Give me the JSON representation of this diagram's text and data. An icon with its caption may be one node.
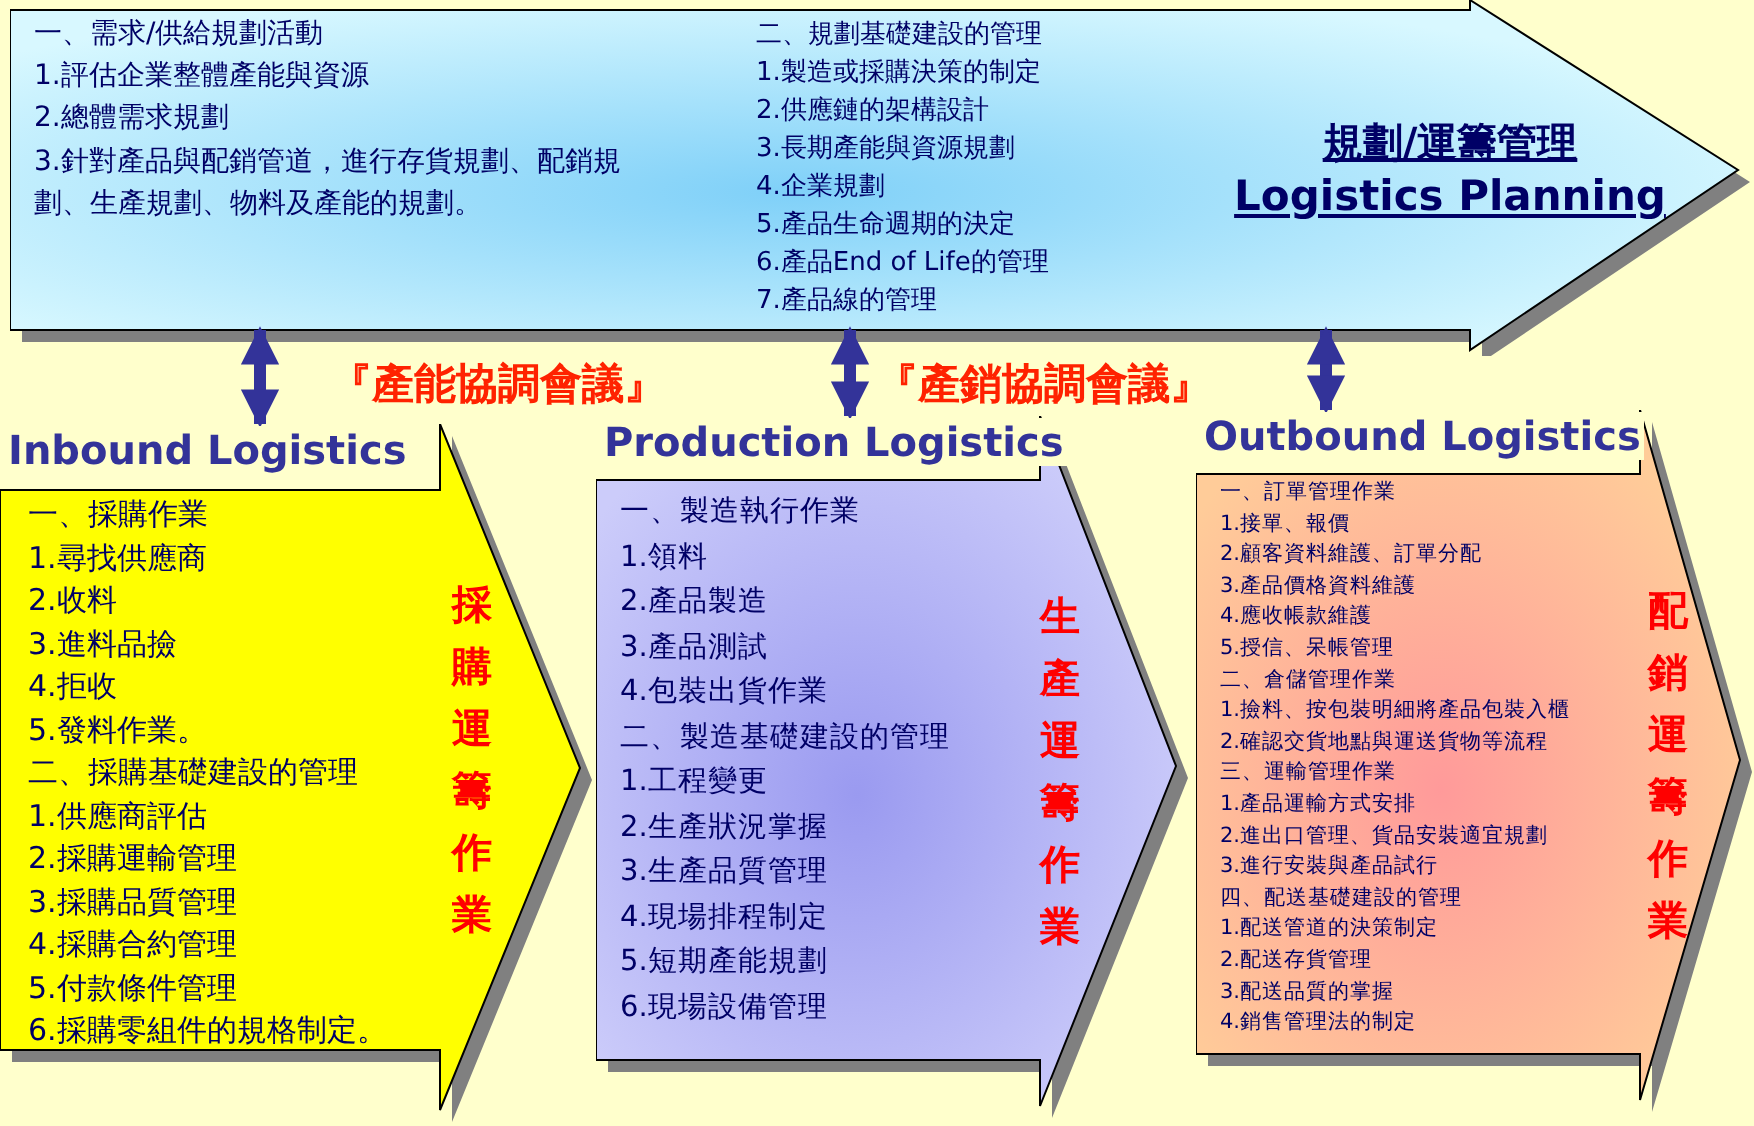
{
  "diagram": {
    "nodes": [
      {
        "text": [
          "一、需求/供給規劃活動",
          "1.評估企業整體產能與資源",
          "2.總體需求規劃",
          "3.針對產品與配銷管道，進行存貨規劃、配銷規劃、生產規劃、物料及產能的規劃。",
          "二、規劃基礎建設的管理",
          "1.製造或採購決策的制定",
          "2.供應鏈的架構設計",
          "3.長期產能與資源規劃",
          "4.企業規劃",
          "5.產品生命週期的決定",
          "6.產品End of Life的管理",
          "7.產品線的管理",
          "規劃/運籌管理",
          "Logistics Planning"
        ]
      },
      {
        "text": [
          "Inbound Logistics",
          "一、採購作業",
          "1.尋找供應商",
          "2.收料",
          "3.進料品撿",
          "4.拒收",
          "5.發料作業。",
          "二、採購基礎建設的管理",
          "1.供應商評估",
          "2.採購運輸管理",
          "3.採購品質管理",
          "4.採購合約管理",
          "5.付款條件管理",
          "6.採購零組件的規格制定。",
          "採購運籌作業"
        ]
      },
      {
        "text": [
          "Production Logistics",
          "一、製造執行作業",
          "1.領料",
          "2.產品製造",
          "3.產品測試",
          "4.包裝出貨作業",
          "二、製造基礎建設的管理",
          "1.工程變更",
          "2.生產狀況掌握",
          "3.生產品質管理",
          "4.現場排程制定",
          "5.短期產能規劃",
          "6.現場設備管理",
          "生產運籌作業"
        ]
      },
      {
        "text": [
          "Outbound Logistics",
          "一、訂單管理作業",
          "1.接單、報價",
          "2.顧客資料維護、訂單分配",
          "3.產品價格資料維護",
          "4.應收帳款維護",
          "5.授信、呆帳管理",
          "二、倉儲管理作業",
          "1.撿料、按包裝明細將產品包裝入櫃",
          "2.確認交貨地點與運送貨物等流程",
          "三、運輸管理作業",
          "1.產品運輸方式安排",
          "2.進出口管理、貨品安裝適宜規劃",
          "3.進行安裝與產品試行",
          "四、配送基礎建設的管理",
          "1.配送管道的決策制定",
          "2.配送存貨管理",
          "3.配送品質的掌握",
          "4.銷售管理法的制定",
          "配銷運籌作業"
        ]
      }
    ],
    "edges": [
      {
        "from": 0,
        "to": 1,
        "arrow": "both"
      },
      {
        "from": 0,
        "to": 2,
        "arrow": "both"
      },
      {
        "from": 0,
        "to": 3,
        "arrow": "both"
      }
    ],
    "labels": [
      "『產能協調會議』",
      "『產銷協調會議』"
    ]
  }
}
